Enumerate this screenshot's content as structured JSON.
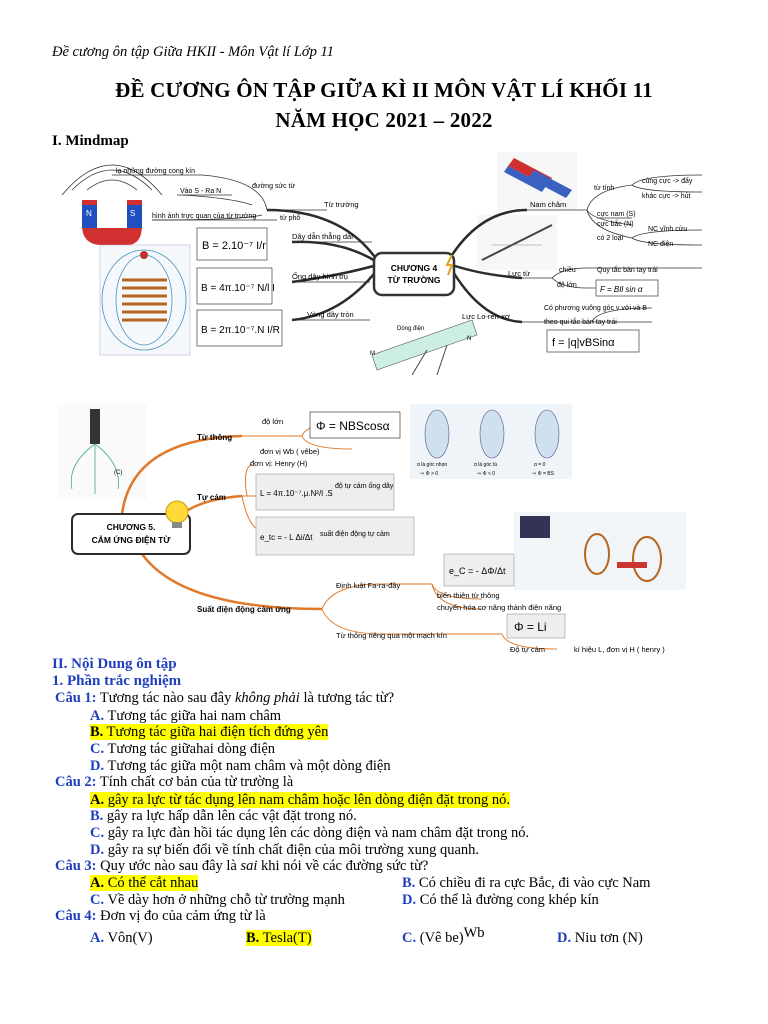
{
  "header": "Đề cương ôn tập Giữa HKII -  Môn Vật lí  Lớp 11",
  "title_line1": "ĐỀ CƯƠNG ÔN TẬP GIỮA KÌ II MÔN VẬT LÍ KHỐI 11",
  "title_line2": "NĂM HỌC 2021 – 2022",
  "section1": "I. Mindmap",
  "mindmap1": {
    "center": [
      "CHƯƠNG 4",
      "TỪ TRƯỜNG"
    ],
    "branch_tu_truong": "Từ trường",
    "tu_truong_items": [
      "lạ những đường cong kín",
      "Vào S - Ra N",
      "hình ảnh trực quan của từ trường",
      "đường sức từ",
      "từ phổ"
    ],
    "branch_day_dan": "Dây dẫn thẳng dài",
    "branch_ong_day": "Ống dây hình trụ",
    "branch_vong_day": "Vòng dây tròn",
    "formula_day": "B = 2.10⁻⁷ I/r",
    "formula_ong": "B = 4π.10⁻⁷ N/l I",
    "formula_vong": "B = 2π.10⁻⁷.N I/R",
    "branch_nam_cham": "Nam châm",
    "nam_cham_items": [
      "từ tính",
      "cùng cực -> đẩy",
      "khác cực -> hút",
      "cực nam (S)",
      "cực bắc (N)",
      "có 2 loại",
      "NC vĩnh cửu",
      "NC điện"
    ],
    "branch_luc_tu": "Lực từ",
    "luc_tu_items": [
      "chiều",
      "Quy tắc bàn tay trái",
      "độ lớn",
      "F = BIl sin α"
    ],
    "branch_lorentz": "Lực Lo-ren-xơ",
    "lorentz_items": [
      "Có phương vuông góc v với và B",
      "theo qui tắc bàn tay trái",
      "f = |q|vBSinα"
    ],
    "diagram_labels": [
      "Dòng điện",
      "M",
      "N"
    ]
  },
  "mindmap2": {
    "center": [
      "CHƯƠNG 5.",
      "CẢM ỨNG ĐIỆN TỪ"
    ],
    "branch_tu_thong": "Từ thông",
    "tu_thong_items": [
      "độ lớn",
      "Φ = NBScosα",
      "đơn vị Wb ( vêbe)"
    ],
    "angle_captions": [
      "α là góc nhọn",
      "⇒ Φ > 0",
      "α là góc tù",
      "⇒ Φ < 0",
      "α = 0",
      "⇒ Φ = BS"
    ],
    "branch_tu_cam": "Tự cảm",
    "tu_cam_items": [
      "đơn vị: Henry (H)",
      "L = 4π.10⁻⁷.μ.N²/l .S",
      "độ tự cảm ống dây",
      "e_tc = - L Δi/Δt",
      "suất điện động tự cảm"
    ],
    "branch_sdd": "Suất điện động cảm ứng",
    "sdd_items": [
      "Định luật Fa-ra-đây",
      "e_C = - ΔΦ/Δt",
      "biến thiên từ thông",
      "chuyển hóa cơ năng thành điện năng",
      "Từ thông riêng qua một mạch kín",
      "Φ = Li",
      "Độ tự cảm",
      "kí hiệu L, đơn vị H ( henry )"
    ],
    "image_label": "(C)"
  },
  "section2": "II. Nội Dung ôn tập",
  "section2_1": "1. Phần trắc nghiệm",
  "questions": [
    {
      "num": "Câu 1:",
      "text_a": " Tương tác nào sau đây ",
      "text_em": "không phải",
      "text_b": " là tương tác từ?",
      "options": [
        {
          "label": "A.",
          "text": " Tương tác giữa hai nam châm"
        },
        {
          "label": "B.",
          "text": " Tương tác giữa hai điện tích đứng yên"
        },
        {
          "label": "C.",
          "text": " Tương tác giữahai dòng điện"
        },
        {
          "label": "D.",
          "text": " Tương tác giữa một nam châm và một dòng điện"
        }
      ]
    },
    {
      "num": "Câu 2:",
      "text": " Tính chất cơ bản của từ trường là",
      "options": [
        {
          "label": "A.",
          "text": " gây ra lực từ tác dụng lên nam châm hoặc lên dòng điện đặt trong nó."
        },
        {
          "label": "B.",
          "text": " gây ra lực hấp dẫn lên các vật đặt trong nó."
        },
        {
          "label": "C.",
          "text": " gây ra lực đàn hồi tác dụng lên các dòng điện và nam châm đặt trong nó."
        },
        {
          "label": "D.",
          "text": " gây ra sự biến đổi về tính chất điện của môi trường xung quanh."
        }
      ]
    },
    {
      "num": "Câu 3:",
      "text_a": " Quy ước nào sau đây là ",
      "text_em": "sai",
      "text_b": " khi nói về các đường sức từ?",
      "options": [
        {
          "label": "A.",
          "text": " Có thể cắt nhau"
        },
        {
          "label": "B.",
          "text": " Có chiều đi ra cực Bắc, đi vào cực Nam"
        },
        {
          "label": "C.",
          "text": " Về dày hơn ở những chỗ từ trường mạnh"
        },
        {
          "label": "D.",
          "text": " Có thể là đường cong khép kín"
        }
      ]
    },
    {
      "num": "Câu 4:",
      "text": " Đơn vị đo của cảm ứng từ là",
      "options": [
        {
          "label": "A.",
          "text": " Vôn(V)"
        },
        {
          "label": "B.",
          "text": " Tesla(T)"
        },
        {
          "label": "C.",
          "text": " (Vê be)"
        },
        {
          "label": "D.",
          "text": " Niu tơn (N)"
        }
      ],
      "extra": "Wb"
    }
  ],
  "colors": {
    "label_blue": "#1f3fbf",
    "highlight": "#ffff00",
    "mindmap_orange": "#e0792a",
    "mindmap_dark": "#2b2b2b"
  }
}
